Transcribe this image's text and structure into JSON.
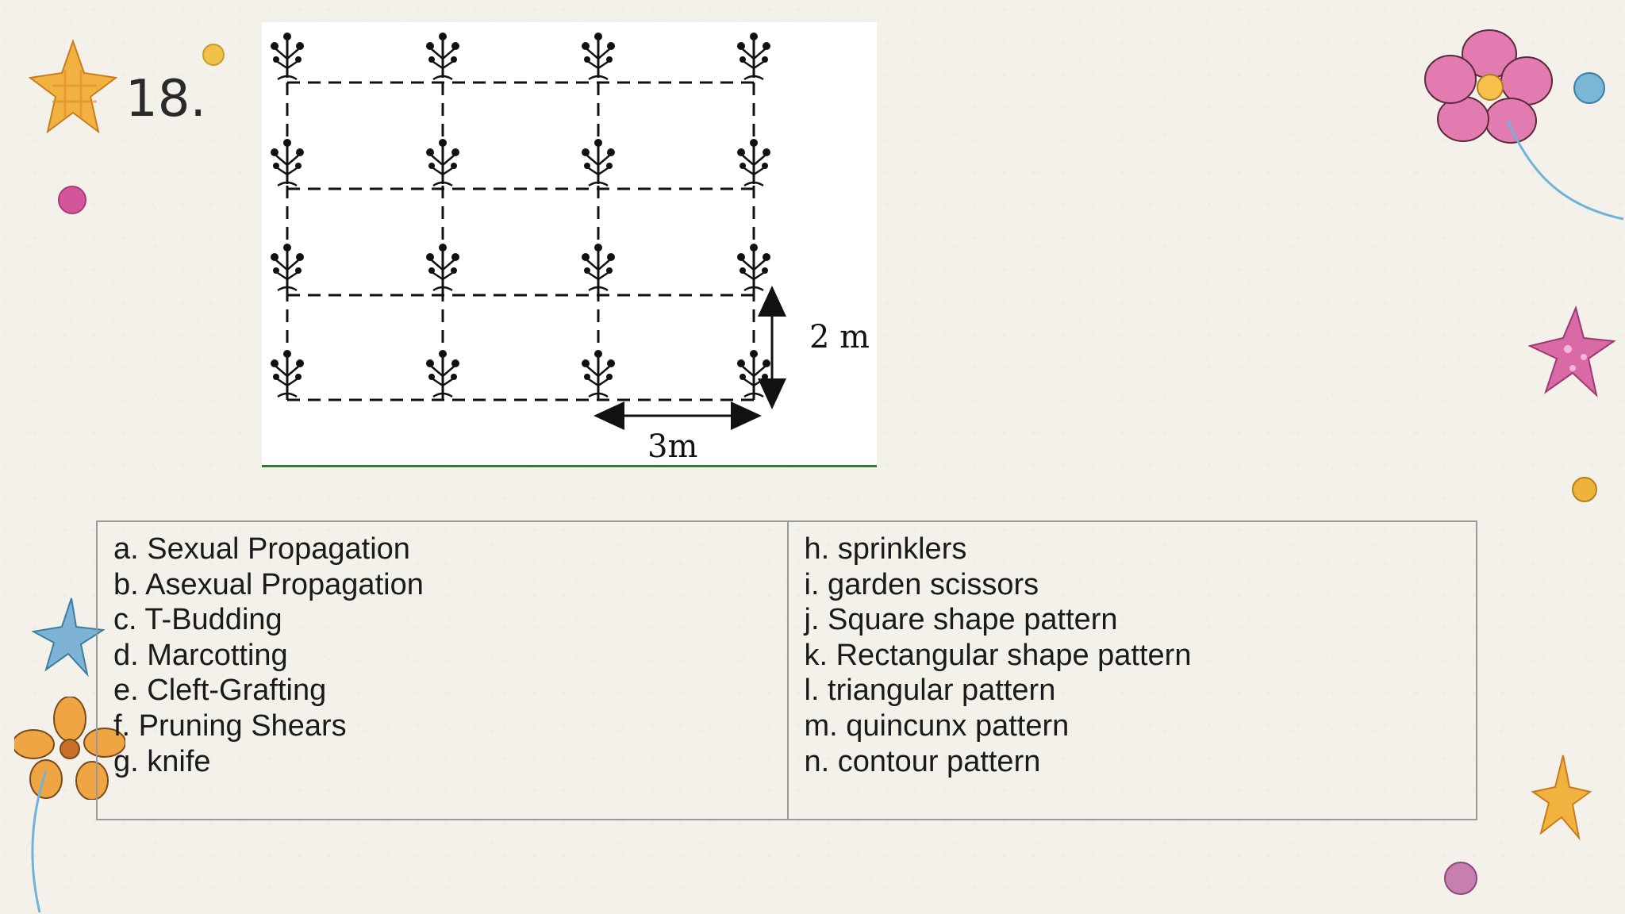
{
  "question": {
    "number": "18."
  },
  "figure": {
    "label_vertical": "2 m",
    "label_horizontal": "3m"
  },
  "options": {
    "left": [
      "a. Sexual Propagation",
      "b. Asexual Propagation",
      "c. T-Budding",
      "d. Marcotting",
      "e. Cleft-Grafting",
      "f. Pruning Shears",
      "g. knife"
    ],
    "right": [
      "h. sprinklers",
      "i. garden scissors",
      "j. Square shape pattern",
      "k. Rectangular shape pattern",
      "l. triangular pattern",
      "m. quincunx pattern",
      "n. contour pattern"
    ]
  },
  "colors": {
    "background": "#f3f1ea",
    "figure_underline": "#2e7d32",
    "pink_flower": "#e27bb0",
    "orange_flower": "#f0a545",
    "star_yellow": "#f1b23f",
    "star_blue": "#7fb3d5",
    "star_pink": "#d96aa6"
  }
}
